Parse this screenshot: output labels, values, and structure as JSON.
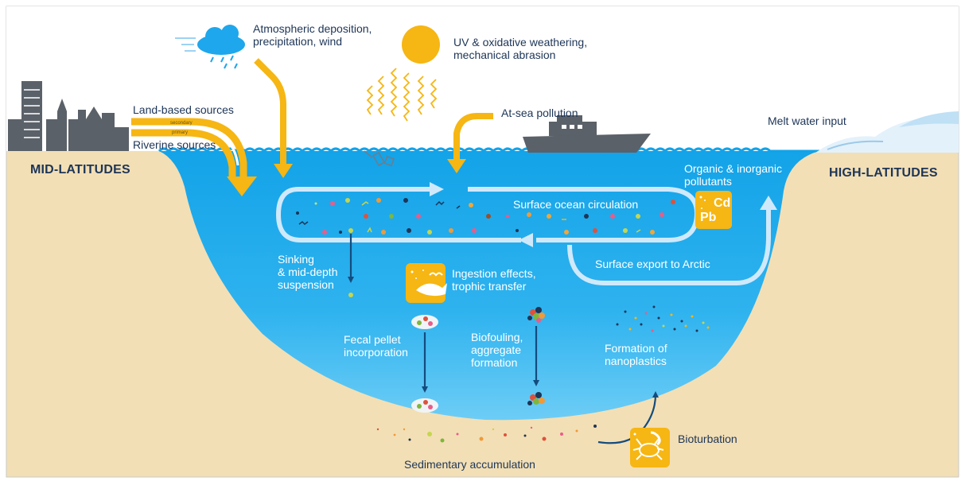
{
  "colors": {
    "sand": "#f3dfb5",
    "sky": "#ffffff",
    "ocean_top": "#1aa7ea",
    "ocean_bottom": "#62c9f5",
    "arrow_yellow": "#f6b613",
    "arrow_light": "#cfe9fb",
    "arrow_dark": "#144c7d",
    "city": "#5b6168",
    "text_dark": "#1d3557",
    "text_light": "#ffffff"
  },
  "icons": {
    "cloud": "rain-cloud-icon",
    "sun": "sun-icon",
    "ship": "ship-icon",
    "city": "city-skyline-icon",
    "fish": "fish-bird-icon",
    "crab": "crab-icon",
    "metal_box": "heavy-metal-icon"
  },
  "labels": {
    "atmospheric": [
      "Atmospheric deposition,",
      "precipitation, wind"
    ],
    "uv": [
      "UV & oxidative weathering,",
      "mechanical abrasion"
    ],
    "land_based": "Land-based sources",
    "secondary": "secondary",
    "primary": "primary",
    "riverine": "Riverine sources",
    "at_sea": "At-sea pollution",
    "melt_water": "Melt water input",
    "mid_latitudes": "MID-LATITUDES",
    "high_latitudes": "HIGH-LATITUDES",
    "organic": [
      "Organic & inorganic",
      "pollutants"
    ],
    "metal_cd": "Cd",
    "metal_pb": "Pb",
    "surface_circulation": "Surface ocean circulation",
    "surface_export": "Surface export to Arctic",
    "sinking": [
      "Sinking",
      "& mid-depth",
      "suspension"
    ],
    "ingestion": [
      "Ingestion effects,",
      "trophic transfer"
    ],
    "fecal": [
      "Fecal pellet",
      "incorporation"
    ],
    "biofouling": [
      "Biofouling,",
      "aggregate",
      "formation"
    ],
    "nanoplastics": [
      "Formation of",
      "nanoplastics"
    ],
    "bioturbation": "Bioturbation",
    "sedimentary": "Sedimentary accumulation"
  }
}
